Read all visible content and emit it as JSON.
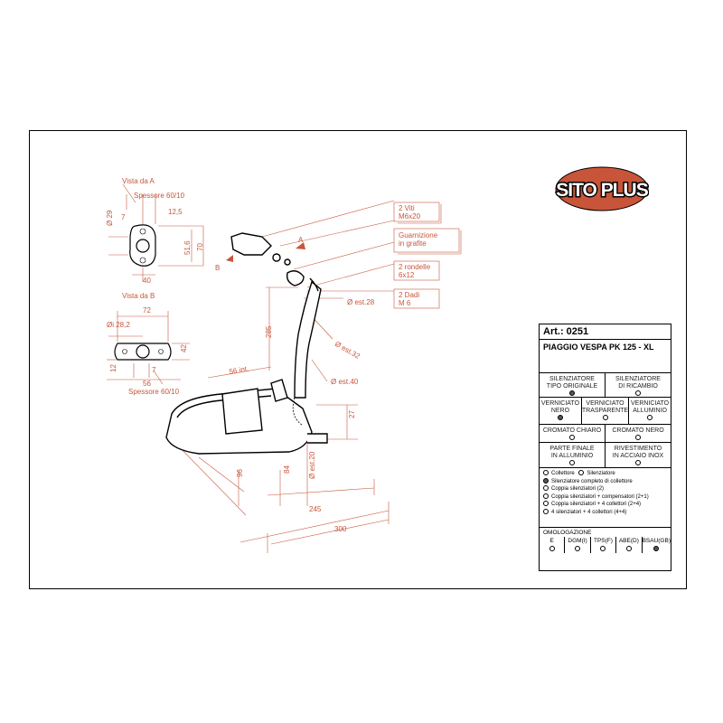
{
  "brand": {
    "logo_text": "SITO PLUS",
    "accent_color": "#c8553a",
    "logo_fill": "#c8553a"
  },
  "drawing": {
    "view_a": {
      "title": "Vista da A",
      "thickness": "Spessore 60/10",
      "dim_7": "7",
      "dim_12_5": "12,5",
      "dim_29": "Ø 29",
      "dim_51_6": "51,6",
      "dim_70": "70",
      "dim_40": "40"
    },
    "view_b": {
      "title": "Vista da B",
      "thickness": "Spessore 60/10",
      "dim_72": "72",
      "dim_28_2": "Øi 28,2",
      "dim_42": "42",
      "dim_12": "12",
      "dim_7": "7",
      "dim_56": "56"
    },
    "callouts": {
      "screws": [
        "2 Viti",
        "M6x20"
      ],
      "gasket": [
        "Guarnizione",
        "in grafite"
      ],
      "washers": [
        "2 rondelle",
        "6x12"
      ],
      "nuts": [
        "2 Dadi",
        "M 6"
      ]
    },
    "arrows": {
      "a": "A",
      "b": "B"
    },
    "dims": {
      "est_28": "Ø est.28",
      "est_32": "Ø est.32",
      "est_40": "Ø est.40",
      "int_56": "56 int.",
      "h_285": "285",
      "h_27": "27",
      "d_96": "96",
      "d_84": "84",
      "est_20": "Ø est.20",
      "w_245": "245",
      "w_300": "300"
    }
  },
  "spec": {
    "article": "Art.: 0251",
    "model": "PIAGGIO VESPA PK 125 - XL",
    "silencer_types": [
      {
        "label": [
          "SILENZIATORE",
          "TIPO ORIGINALE"
        ],
        "selected": true
      },
      {
        "label": [
          "SILENZIATORE",
          "DI RICAMBIO"
        ],
        "selected": false
      }
    ],
    "finishes_1": [
      {
        "label": [
          "VERNICIATO",
          "NERO"
        ],
        "selected": true
      },
      {
        "label": [
          "VERNICIATO",
          "TRASPARENTE"
        ],
        "selected": false
      },
      {
        "label": [
          "VERNICIATO",
          "ALLUMINIO"
        ],
        "selected": false
      }
    ],
    "finishes_2": [
      {
        "label": [
          "CROMATO CHIARO"
        ],
        "selected": false
      },
      {
        "label": [
          "CROMATO NERO"
        ],
        "selected": false
      }
    ],
    "finishes_3": [
      {
        "label": [
          "PARTE FINALE",
          "IN ALLUMINIO"
        ],
        "selected": false
      },
      {
        "label": [
          "RIVESTIMENTO",
          "IN ACCIAIO INOX"
        ],
        "selected": false
      }
    ],
    "options_top": [
      {
        "label": "Collettore",
        "selected": false
      },
      {
        "label": "Silenziatore",
        "selected": false
      }
    ],
    "options": [
      {
        "label": "Silenziatore completo di collettore",
        "selected": true
      },
      {
        "label": "Coppia silenziatori (2)",
        "selected": false
      },
      {
        "label": "Coppia silenziatori + compensatori (2+1)",
        "selected": false
      },
      {
        "label": "Coppia silenziatori + 4 collettori (2+4)",
        "selected": false
      },
      {
        "label": "4 silenziatori + 4 collettori (4+4)",
        "selected": false
      }
    ],
    "homologation_title": "OMOLOGAZIONE",
    "homologation": [
      {
        "label": "E",
        "selected": false
      },
      {
        "label": "DGM(I)",
        "selected": false
      },
      {
        "label": "TPS(F)",
        "selected": false
      },
      {
        "label": "ABE(D)",
        "selected": false
      },
      {
        "label": "BSAU(GB)",
        "selected": true
      }
    ]
  }
}
